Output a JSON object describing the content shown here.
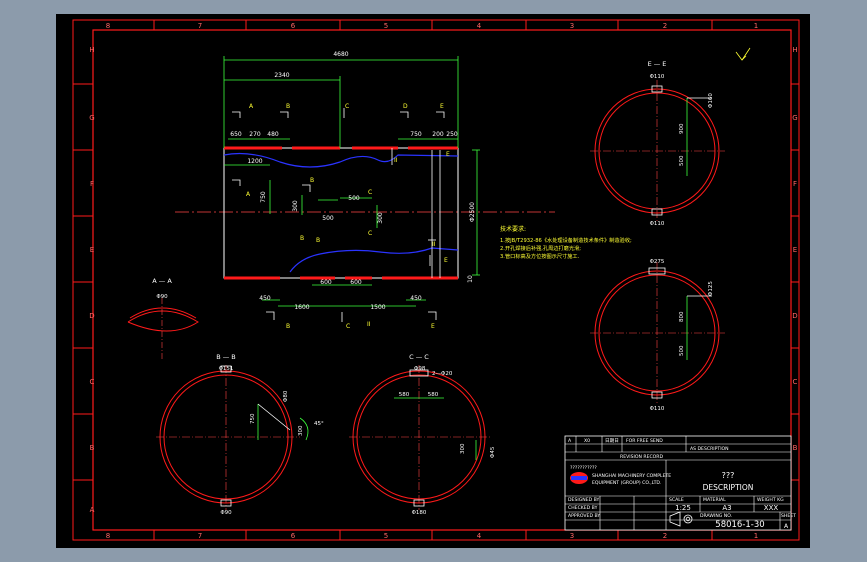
{
  "colors": {
    "background": "#8c9bab",
    "sheet": "#000000",
    "frame": "#ff1a1a",
    "dimension": "#3cff3c",
    "text": "#ffffff",
    "annotation": "#ffff33",
    "hidden_line": "#2a33ff"
  },
  "border": {
    "cols_top": [
      "8",
      "7",
      "6",
      "5",
      "4",
      "3",
      "2",
      "1"
    ],
    "cols_bottom": [
      "8",
      "7",
      "6",
      "5",
      "4",
      "3",
      "2",
      "1"
    ],
    "rows": [
      "H",
      "G",
      "F",
      "E",
      "D",
      "C",
      "B",
      "A"
    ]
  },
  "main_view": {
    "dims": {
      "overall": "4680",
      "half": "2340",
      "top_left": [
        "650",
        "270",
        "480"
      ],
      "top_right": [
        "750",
        "200",
        "250"
      ],
      "left_1": "1200",
      "v_750": "750",
      "v_300": "300",
      "h_500_a": "500",
      "h_500_b": "500",
      "v_300_b": "300",
      "dia_right": "Φ2500",
      "right_small": "10",
      "bot_450_l": "450",
      "bot_600_a": "600",
      "bot_600_b": "600",
      "bot_450_r": "450",
      "bot_1600": "1600",
      "bot_1500": "1500"
    },
    "section_marks": {
      "A": "A",
      "B": "B",
      "C": "C",
      "D": "D",
      "E": "E",
      "II": "II",
      "E_dash": "E",
      "IIa": "II",
      "IIb": "II"
    }
  },
  "tech_notes": {
    "title": "技术要求:",
    "lines": [
      "1.按JB/T2932-86《水处理设备制造技术条件》制造验收;",
      "2.开孔焊接后补强,孔周边打磨光滑;",
      "3.管口标高及方位按图示尺寸施工."
    ]
  },
  "view_aa": {
    "label": "A — A",
    "dim": "Φ90"
  },
  "view_bb": {
    "label": "B — B",
    "top": "Φ151",
    "bottom": "Φ90",
    "d1": "750",
    "d2": "Φ80",
    "d3": "300",
    "angle": "45°"
  },
  "view_cc": {
    "label": "C — C",
    "top": "Φ98",
    "top2": "2—Φ20",
    "d1": "580",
    "d2": "580",
    "bottom": "Φ180",
    "side1": "300",
    "side2": "Φ45"
  },
  "view_ee": {
    "label": "E — E",
    "top": "Φ110",
    "bottom": "Φ110",
    "d1": "900",
    "d2": "500",
    "d3": "Φ160"
  },
  "view_lower_right": {
    "top": "Φ275",
    "bottom": "Φ110",
    "d1": "800",
    "d2": "500",
    "d3": "Φ125"
  },
  "title_block": {
    "rev_row": [
      "A",
      "X0",
      "日期日",
      "FOR FREE SEND"
    ],
    "rev_note": "REVISION RECORD",
    "label_rev": "AS DESCRIPTION",
    "label_title": "???",
    "description": "DESCRIPTION",
    "company_cn": "???????????",
    "company_1": "SHANGHAI MACHINERY COMPLETE",
    "company_2": "EQUIPMENT (GROUP) CO.,LTD.",
    "designed": "DESIGNED BY",
    "checked": "CHECKED BY",
    "approved": "APPROVED BY",
    "scale_label": "SCALE",
    "scale": "1:25",
    "material_label": "MATERIAL",
    "format": "A3",
    "weight_label": "WEIGHT KG",
    "weight": "XXX",
    "drawing_no_label": "DRAWING NO.",
    "drawing_no": "58016-1-30",
    "sheet_label": "SHEET",
    "sheet": "A"
  }
}
